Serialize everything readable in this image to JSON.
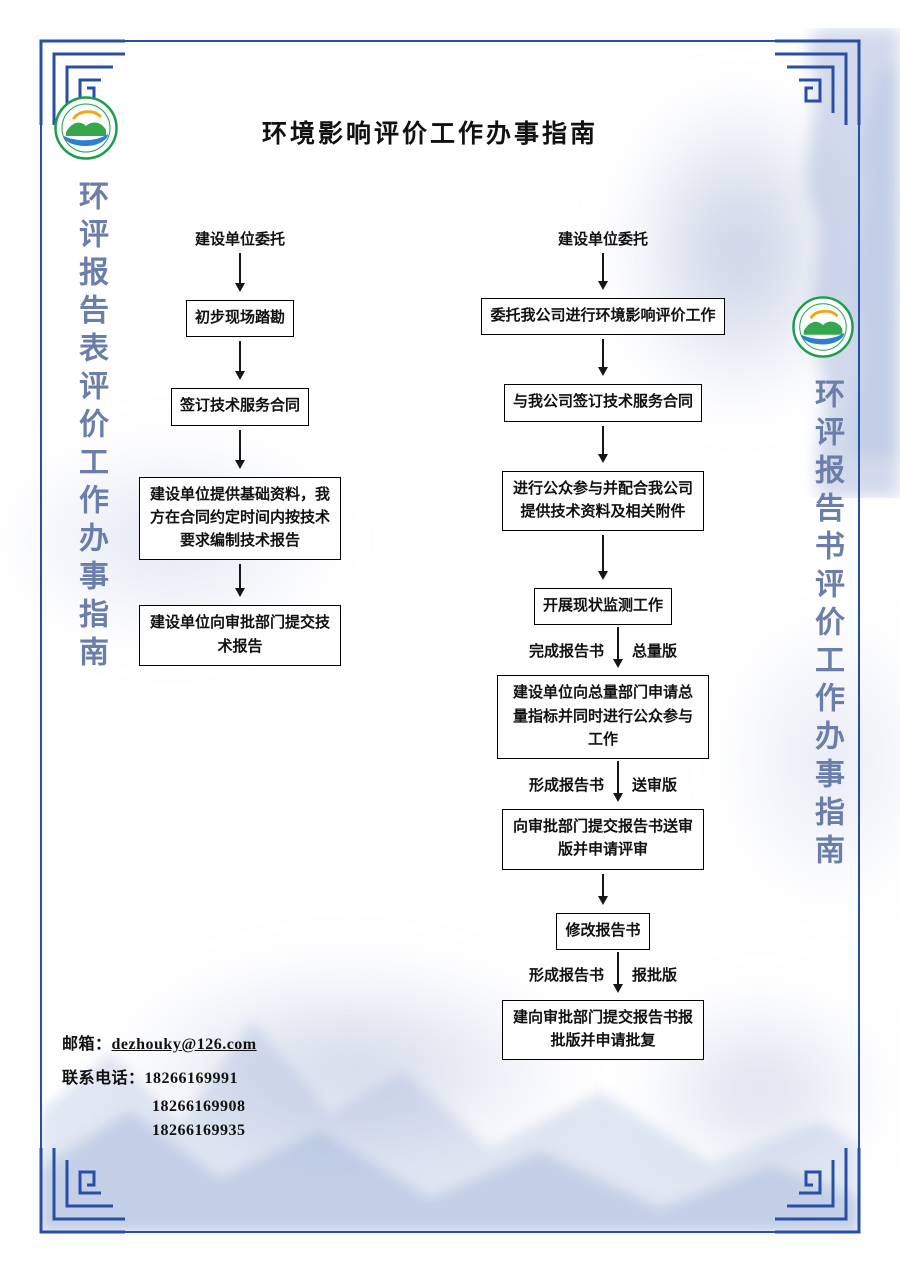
{
  "title": "环境影响评价工作办事指南",
  "side_titles": {
    "left": "环评报告表评价工作办事指南",
    "right": "环评报告书评价工作办事指南"
  },
  "left_flow": {
    "start": "建设单位委托",
    "steps": [
      "初步现场踏勘",
      "签订技术服务合同",
      "建设单位提供基础资料，我方在合同约定时间内按技术要求编制技术报告",
      "建设单位向审批部门提交技术报告"
    ]
  },
  "right_flow": {
    "start": "建设单位委托",
    "steps": [
      "委托我公司进行环境影响评价工作",
      "与我公司签订技术服务合同",
      "进行公众参与并配合我公司提供技术资料及相关附件",
      "开展现状监测工作",
      "建设单位向总量部门申请总量指标并同时进行公众参与工作",
      "向审批部门提交报告书送审版并申请评审",
      "修改报告书",
      "建向审批部门提交报告书报批版并申请批复"
    ],
    "annotations": [
      {
        "left": "完成报告书",
        "right": "总量版"
      },
      {
        "left": "形成报告书",
        "right": "送审版"
      },
      {
        "left": "形成报告书",
        "right": "报批版"
      }
    ]
  },
  "contact": {
    "email_label": "邮箱：",
    "email": "dezhouky@126.com",
    "phone_label": "联系电话：",
    "phones": [
      "18266169991",
      "18266169908",
      "18266169935"
    ]
  },
  "colors": {
    "frame_blue": "#2a4da6",
    "side_title_blue": "#6b7ea9",
    "box_border": "#000000",
    "logo_green": "#1a9e4b",
    "logo_blue": "#2e7fd0",
    "logo_orange": "#f0a818"
  }
}
